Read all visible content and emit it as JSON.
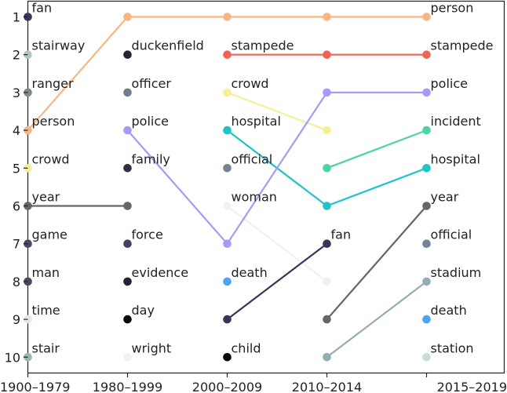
{
  "chart_data": {
    "type": "line",
    "title": "",
    "xlabel": "",
    "ylabel": "",
    "categories": [
      "1900–1979",
      "1980–1999",
      "2000–2009",
      "2010–2014",
      "2015–2019"
    ],
    "y_ticks": [
      "1",
      "2",
      "3",
      "4",
      "5",
      "6",
      "7",
      "8",
      "9",
      "10"
    ],
    "ylim": [
      1,
      10
    ],
    "y_inverted": true,
    "grid": false,
    "columns": [
      [
        "fan",
        "stairway",
        "ranger",
        "person",
        "crowd",
        "year",
        "game",
        "man",
        "time",
        "stair"
      ],
      [
        "person",
        "duckenfield",
        "officer",
        "police",
        "family",
        "year",
        "force",
        "evidence",
        "day",
        "wright"
      ],
      [
        "person",
        "stampede",
        "crowd",
        "hospital",
        "official",
        "woman",
        "police",
        "death",
        "fan",
        "child"
      ],
      [
        "person",
        "stampede",
        "police",
        "crowd",
        "incident",
        "hospital",
        "fan",
        "woman",
        "year",
        "stadium"
      ],
      [
        "person",
        "stampede",
        "police",
        "incident",
        "hospital",
        "year",
        "official",
        "stadium",
        "death",
        "station"
      ]
    ],
    "labeled": [
      [
        "fan",
        "stairway",
        "ranger",
        "person",
        "crowd",
        "year",
        "game",
        "man",
        "time",
        "stair"
      ],
      [
        "",
        "duckenfield",
        "officer",
        "police",
        "family",
        "",
        "force",
        "evidence",
        "day",
        "wright"
      ],
      [
        "",
        "stampede",
        "crowd",
        "hospital",
        "official",
        "woman",
        "",
        "death",
        "",
        "child"
      ],
      [
        "",
        "",
        "",
        "",
        "",
        "",
        "fan",
        "",
        "",
        ""
      ],
      [
        "person",
        "stampede",
        "police",
        "incident",
        "hospital",
        "year",
        "official",
        "stadium",
        "death",
        "station"
      ]
    ],
    "colors": {
      "person": "#f7b785",
      "stampede": "#f06458",
      "police": "#a39bf7",
      "crowd": "#f6ef98",
      "hospital": "#1ec4c8",
      "incident": "#4ed4a2",
      "fan": "#373658",
      "woman": "#eef2f1",
      "year": "#666666",
      "stadium": "#93aeb0",
      "station": "#c9dcda",
      "official": "#758395",
      "death": "#4da4f2",
      "stairway": "#afc6c2",
      "ranger": "#7e8a8a",
      "game": "#484663",
      "man": "#4b4a5a",
      "time": "#e1eae6",
      "stair": "#98b6b1",
      "duckenfield": "#252535",
      "officer": "#6f7e90",
      "family": "#2e2e48",
      "force": "#424260",
      "evidence": "#232335",
      "day": "#080808",
      "wright": "#eef2f0",
      "child": "#060606"
    }
  }
}
